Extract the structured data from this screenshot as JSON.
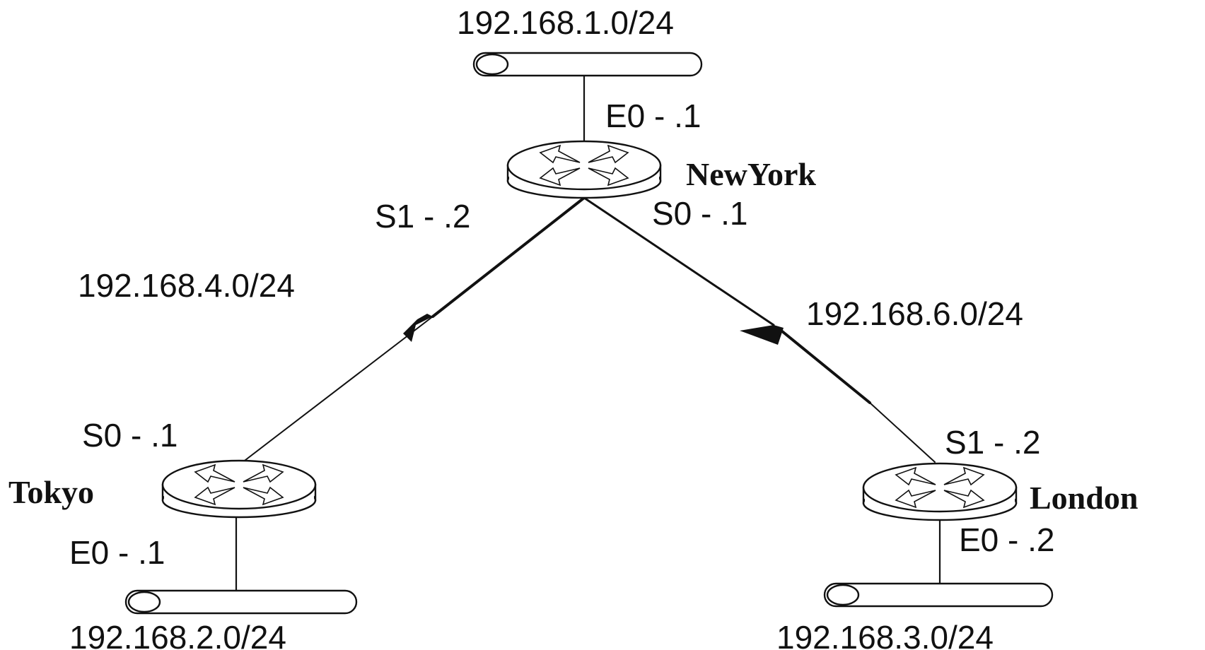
{
  "networks": {
    "top": "192.168.1.0/24",
    "left_serial": "192.168.4.0/24",
    "right_serial": "192.168.6.0/24",
    "bottom_left": "192.168.2.0/24",
    "bottom_right": "192.168.3.0/24"
  },
  "routers": {
    "newyork": {
      "name": "NewYork",
      "e0": "E0 - .1",
      "s1": "S1 - .2",
      "s0": "S0 - .1"
    },
    "tokyo": {
      "name": "Tokyo",
      "s0": "S0 - .1",
      "e0": "E0 - .1"
    },
    "london": {
      "name": "London",
      "s1": "S1 - .2",
      "e0": "E0 - .2"
    }
  },
  "icons": {
    "router": "router-icon",
    "lan_segment": "ethernet-segment-icon",
    "serial_link": "serial-lightning-icon"
  },
  "colors": {
    "line": "#111111",
    "background": "#ffffff"
  }
}
